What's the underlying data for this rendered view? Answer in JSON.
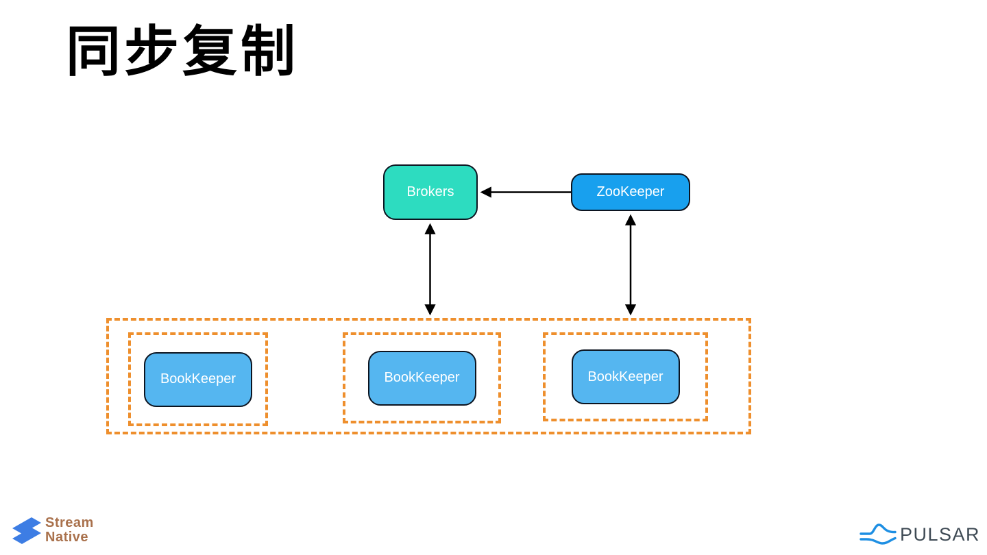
{
  "title": "同步复制",
  "diagram": {
    "brokers": {
      "label": "Brokers",
      "color": "#2ddcc0"
    },
    "zookeeper": {
      "label": "ZooKeeper",
      "color": "#18a0ee"
    },
    "bookkeeper_cluster": {
      "dash_color": "#ee8f2d",
      "node_color": "#55b6f0",
      "nodes": [
        {
          "label": "BookKeeper"
        },
        {
          "label": "BookKeeper"
        },
        {
          "label": "BookKeeper"
        }
      ]
    },
    "edges": [
      {
        "from": "ZooKeeper",
        "to": "Brokers",
        "direction": "one-way"
      },
      {
        "from": "Brokers",
        "to": "BookKeeper cluster",
        "direction": "two-way"
      },
      {
        "from": "ZooKeeper",
        "to": "BookKeeper cluster",
        "direction": "two-way"
      }
    ],
    "arrow_color": "#000000"
  },
  "footer": {
    "streamnative_logo": {
      "line1": "Stream",
      "line2": "Native",
      "text_color": "#a9714c",
      "icon_color": "#3d7de4"
    },
    "pulsar_logo": {
      "wordmark": "PULSAR",
      "text_color": "#3e4a54",
      "icon_color": "#1e8fe3"
    }
  }
}
